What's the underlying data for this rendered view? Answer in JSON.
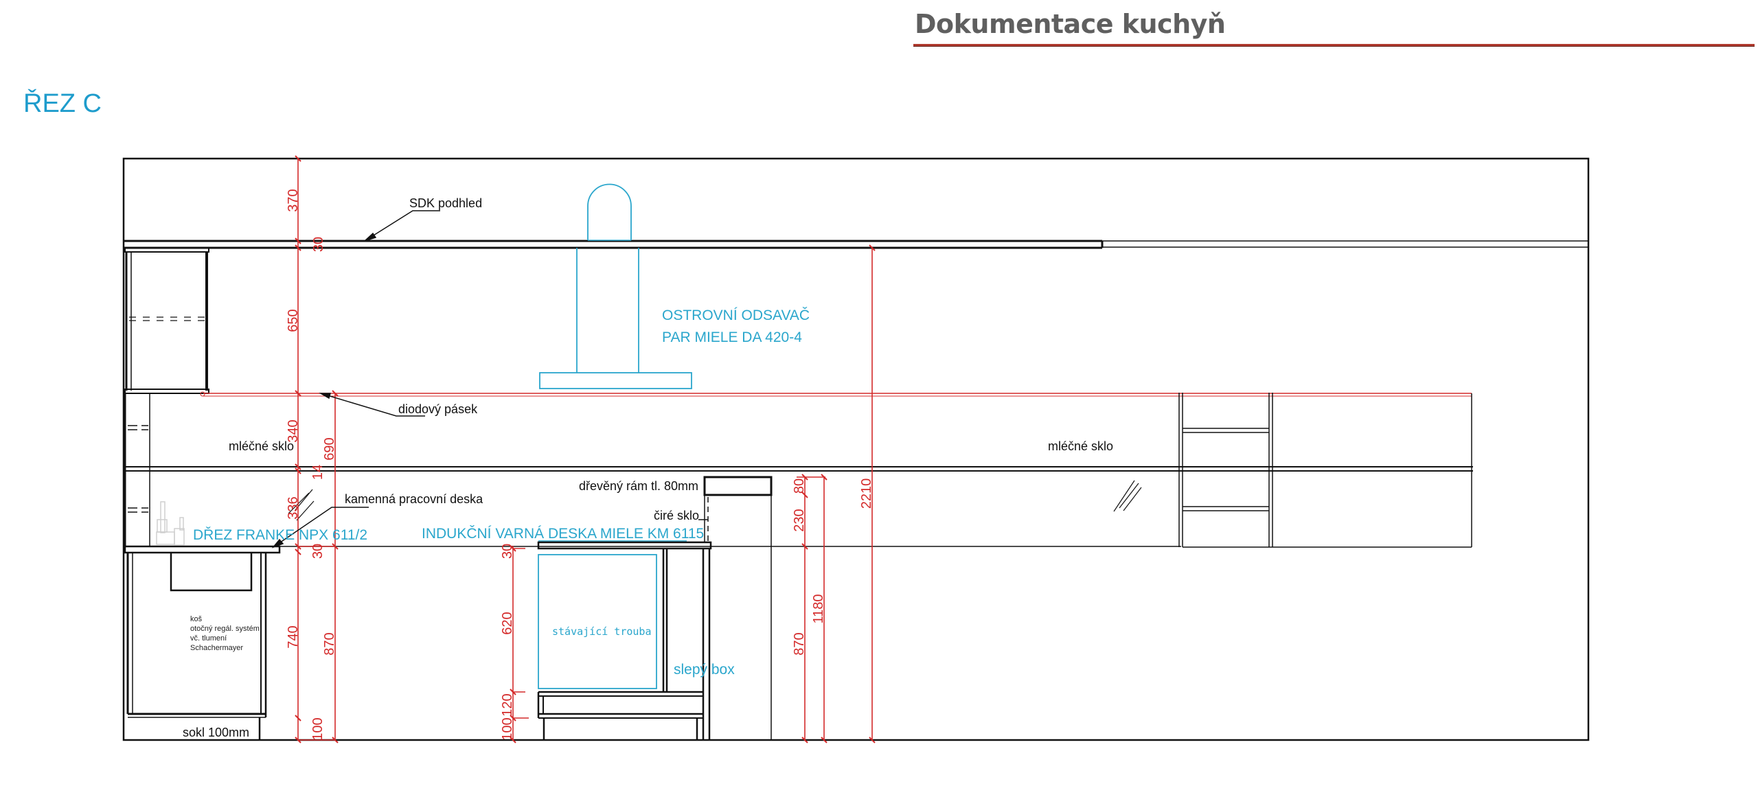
{
  "header": {
    "title": "Dokumentace kuchyň",
    "rule_color": "#b03a2e"
  },
  "section": {
    "title": "ŘEZ C",
    "color": "#1e9ccc"
  },
  "colors": {
    "outline": "#111111",
    "dimension": "#d42a2a",
    "appliance": "#2aa6cc"
  },
  "labels": {
    "sdk_podhled": "SDK podhled",
    "diodovy_pasek": "diodový pásek",
    "mlecne_sklo_left": "mléčné sklo",
    "mlecne_sklo_right": "mléčné sklo",
    "kamenna_deska": "kamenná pracovní deska",
    "dreveny_ram": "dřevěný rám tl. 80mm",
    "cire_sklo": "čiré sklo",
    "kos_lines": [
      "koš",
      "otočný regál. systém",
      "vč. tlumení",
      "Schachermayer"
    ],
    "sokl": "sokl 100mm"
  },
  "appliances": {
    "hood_line1": "OSTROVNÍ ODSAVAČ",
    "hood_line2": "PAR MIELE DA 420-4",
    "sink": "DŘEZ FRANKE NPX 611/2",
    "cooktop": "INDUKČNÍ VARNÁ DESKA MIELE KM 6115",
    "oven": "stávající trouba",
    "blind_box": "slepý box"
  },
  "dimensions": {
    "left_chain": [
      "370",
      "30",
      "650",
      "340",
      "14",
      "336",
      "30",
      "740",
      "100"
    ],
    "left_overall": [
      "690",
      "870"
    ],
    "oven_chain": [
      "30",
      "620",
      "120",
      "100"
    ],
    "right_chain": [
      "80",
      "230",
      "870"
    ],
    "right_overall": [
      "1180",
      "2210"
    ]
  }
}
